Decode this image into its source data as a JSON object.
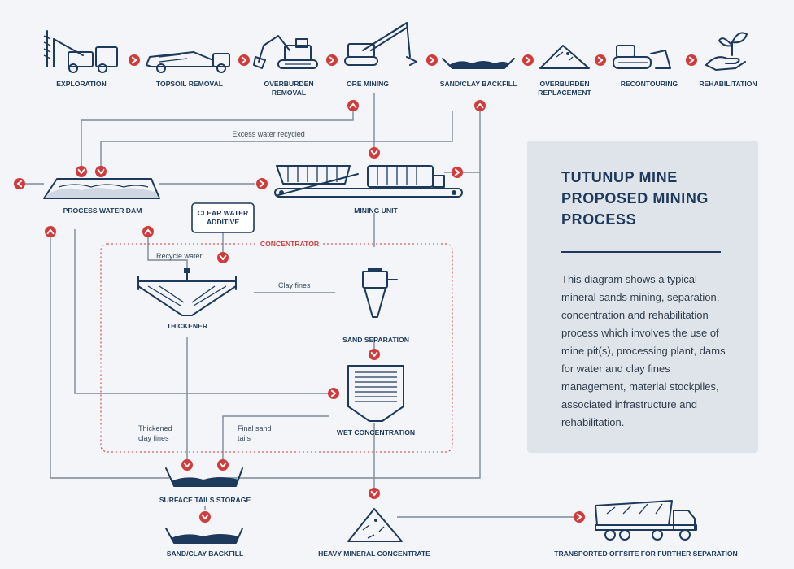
{
  "stages": [
    {
      "id": "exploration",
      "label": [
        "EXPLORATION"
      ],
      "icon": "drill-rig-icon"
    },
    {
      "id": "topsoil-removal",
      "label": [
        "TOPSOIL REMOVAL"
      ],
      "icon": "scraper-icon"
    },
    {
      "id": "overburden-removal",
      "label": [
        "OVERBURDEN",
        "REMOVAL"
      ],
      "icon": "excavator-icon"
    },
    {
      "id": "ore-mining",
      "label": [
        "ORE MINING"
      ],
      "icon": "crane-dozer-icon"
    },
    {
      "id": "sand-clay-backfill-top",
      "label": [
        "SAND/CLAY BACKFILL"
      ],
      "icon": "pit-icon"
    },
    {
      "id": "overburden-replacement",
      "label": [
        "OVERBURDEN",
        "REPLACEMENT"
      ],
      "icon": "stockpile-icon"
    },
    {
      "id": "recontouring",
      "label": [
        "RECONTOURING"
      ],
      "icon": "bulldozer-icon"
    },
    {
      "id": "rehabilitation",
      "label": [
        "REHABILITATION"
      ],
      "icon": "seedling-hand-icon"
    }
  ],
  "nodes": {
    "process_water_dam": "PROCESS WATER DAM",
    "mining_unit": "MINING UNIT",
    "clear_water_additive": [
      "CLEAR WATER",
      "ADDITIVE"
    ],
    "concentrator": "CONCENTRATOR",
    "thickener": "THICKENER",
    "sand_separation": "SAND SEPARATION",
    "wet_concentration": "WET CONCENTRATION",
    "surface_tails_storage": "SURFACE TAILS STORAGE",
    "sand_clay_backfill_bottom": "SAND/CLAY BACKFILL",
    "heavy_mineral_concentrate": "HEAVY MINERAL CONCENTRATE",
    "transported_offsite": "TRANSPORTED OFFSITE FOR FURTHER SEPARATION"
  },
  "flow_notes": {
    "excess_water": "Excess water recycled",
    "recycle_water": "Recycle water",
    "clay_fines": "Clay fines",
    "thickened_clay_fines": [
      "Thickened",
      "clay fines"
    ],
    "final_sand_tails": [
      "Final sand",
      "tails"
    ]
  },
  "panel": {
    "title": "TUTUNUP MINE PROPOSED MINING PROCESS",
    "description": "This diagram shows a typical mineral sands mining, separation, concentration and rehabilitation process which  involves the use of mine pit(s), processing plant, dams for water and clay fines management, material stockpiles, associated infrastructure and rehabilitation."
  },
  "colors": {
    "navy": "#1d3a5c",
    "accent_red": "#d23b3b",
    "flow_gray": "#7d8a98",
    "background": "#f3f5f8",
    "panel_bg": "#dfe4ea"
  }
}
